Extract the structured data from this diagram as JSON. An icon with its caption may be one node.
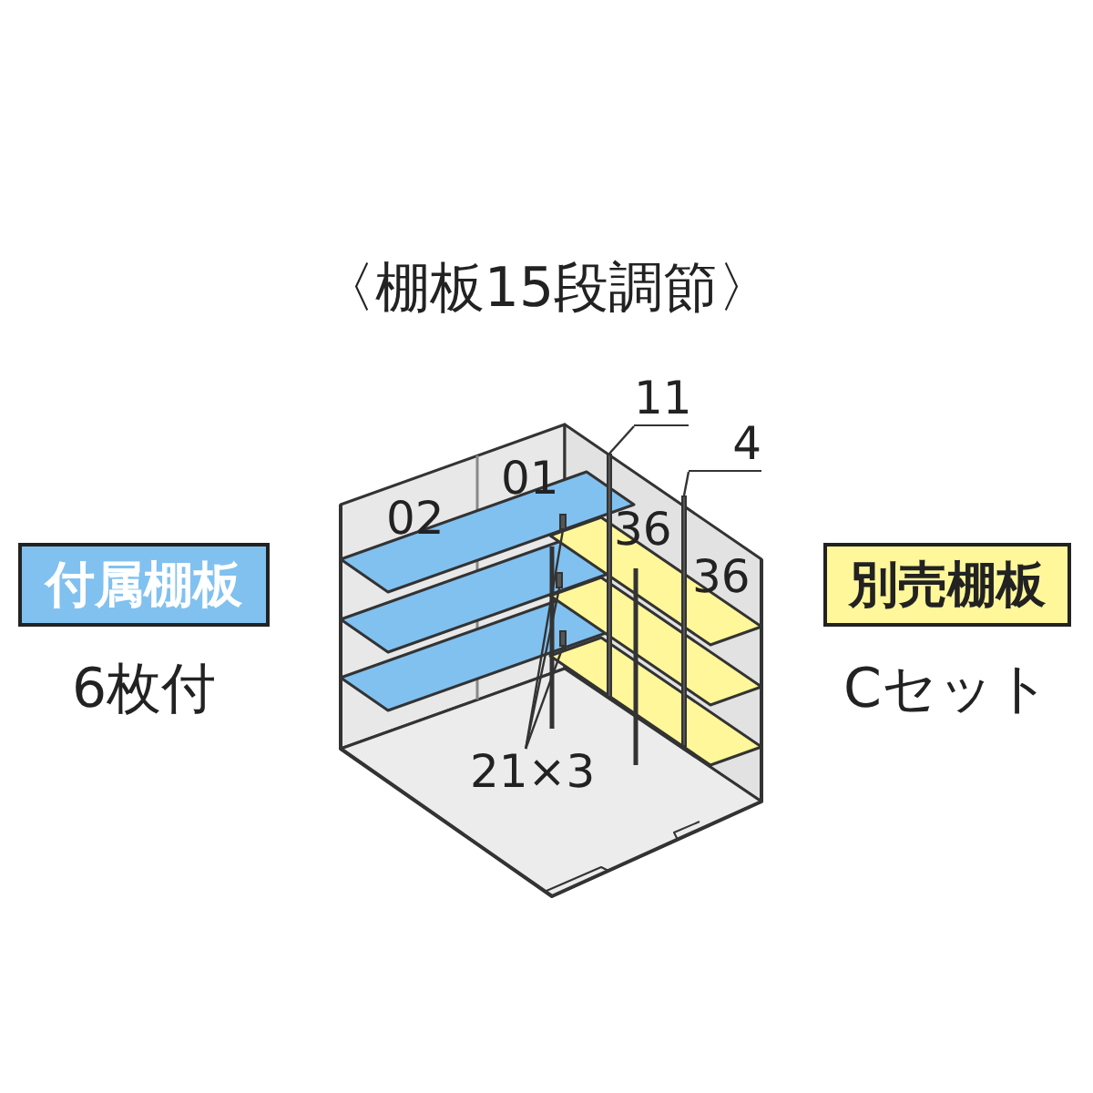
{
  "diagram": {
    "title": "〈棚板15段調節〉",
    "nodes": [
      {
        "text": [
          "付属棚板"
        ],
        "beside": [
          "6枚付"
        ]
      },
      {
        "text": [
          "別売棚板"
        ],
        "beside": [
          "Cセット"
        ]
      },
      {
        "text": [
          "11"
        ]
      },
      {
        "text": [
          "4"
        ]
      },
      {
        "text": [
          "21×3"
        ]
      },
      {
        "text": [],
        "shape": "bar"
      },
      {
        "text": [],
        "shape": "bar"
      },
      {
        "text": [],
        "shape": "bar"
      },
      {
        "text": [],
        "shape": "bar"
      },
      {
        "text": [],
        "shape": "bar"
      }
    ],
    "edges": [
      {
        "from": 2,
        "to": 5,
        "arrow": "none"
      },
      {
        "from": 3,
        "to": 6,
        "arrow": "none"
      },
      {
        "from": 4,
        "to": 7,
        "arrow": "none"
      },
      {
        "from": 4,
        "to": 8,
        "arrow": "none"
      },
      {
        "from": 4,
        "to": 9,
        "arrow": "none"
      }
    ],
    "labels": [
      "02",
      "01",
      "36",
      "36"
    ]
  }
}
